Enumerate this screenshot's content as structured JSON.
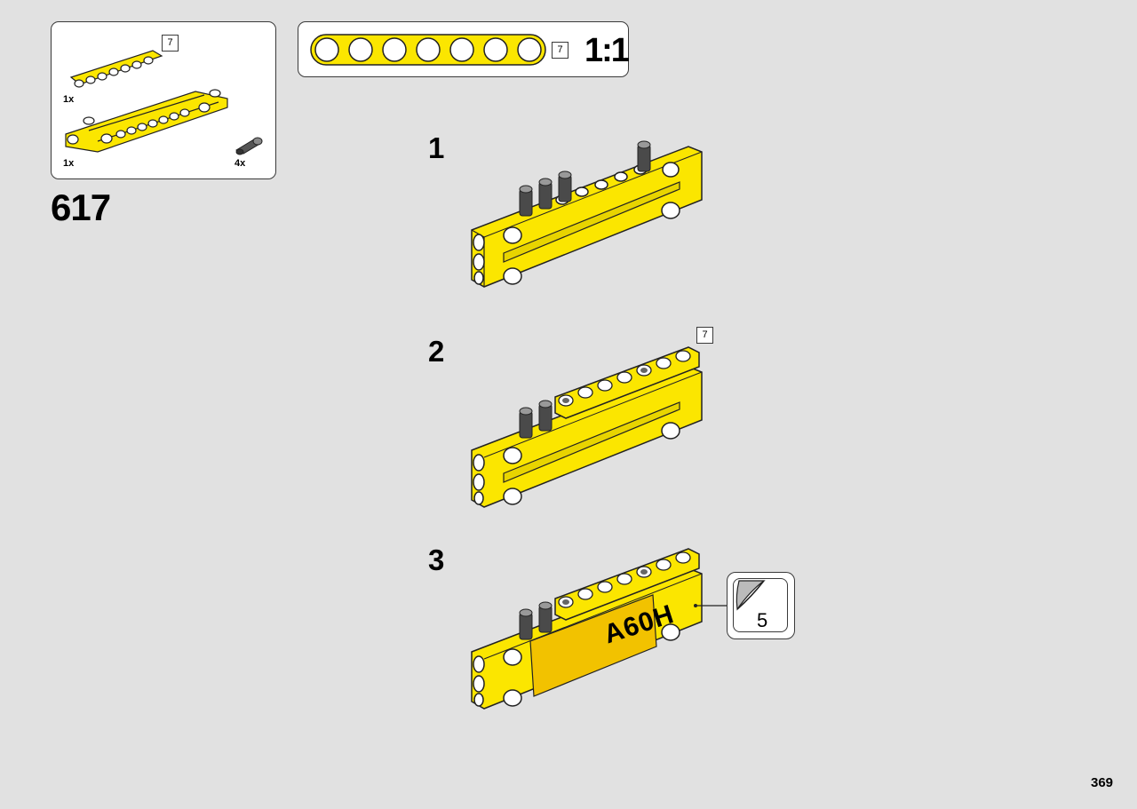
{
  "parts_list": {
    "beam_length": "7",
    "beam_qty": "1x",
    "panel_qty": "1x",
    "connector_qty": "4x"
  },
  "ruler": {
    "length": "7",
    "scale": "1:1"
  },
  "step_number": "617",
  "sub_steps": [
    {
      "number": "1"
    },
    {
      "number": "2",
      "callout_length": "7"
    },
    {
      "number": "3",
      "sticker_number": "5",
      "sticker_text": "A60H"
    }
  ],
  "page_number": "369",
  "colors": {
    "background": "#e1e1e1",
    "part_yellow": "#fbe600",
    "sticker_yellow": "#f2c200",
    "outline": "#222222",
    "pin_grey": "#4a4a4a"
  }
}
